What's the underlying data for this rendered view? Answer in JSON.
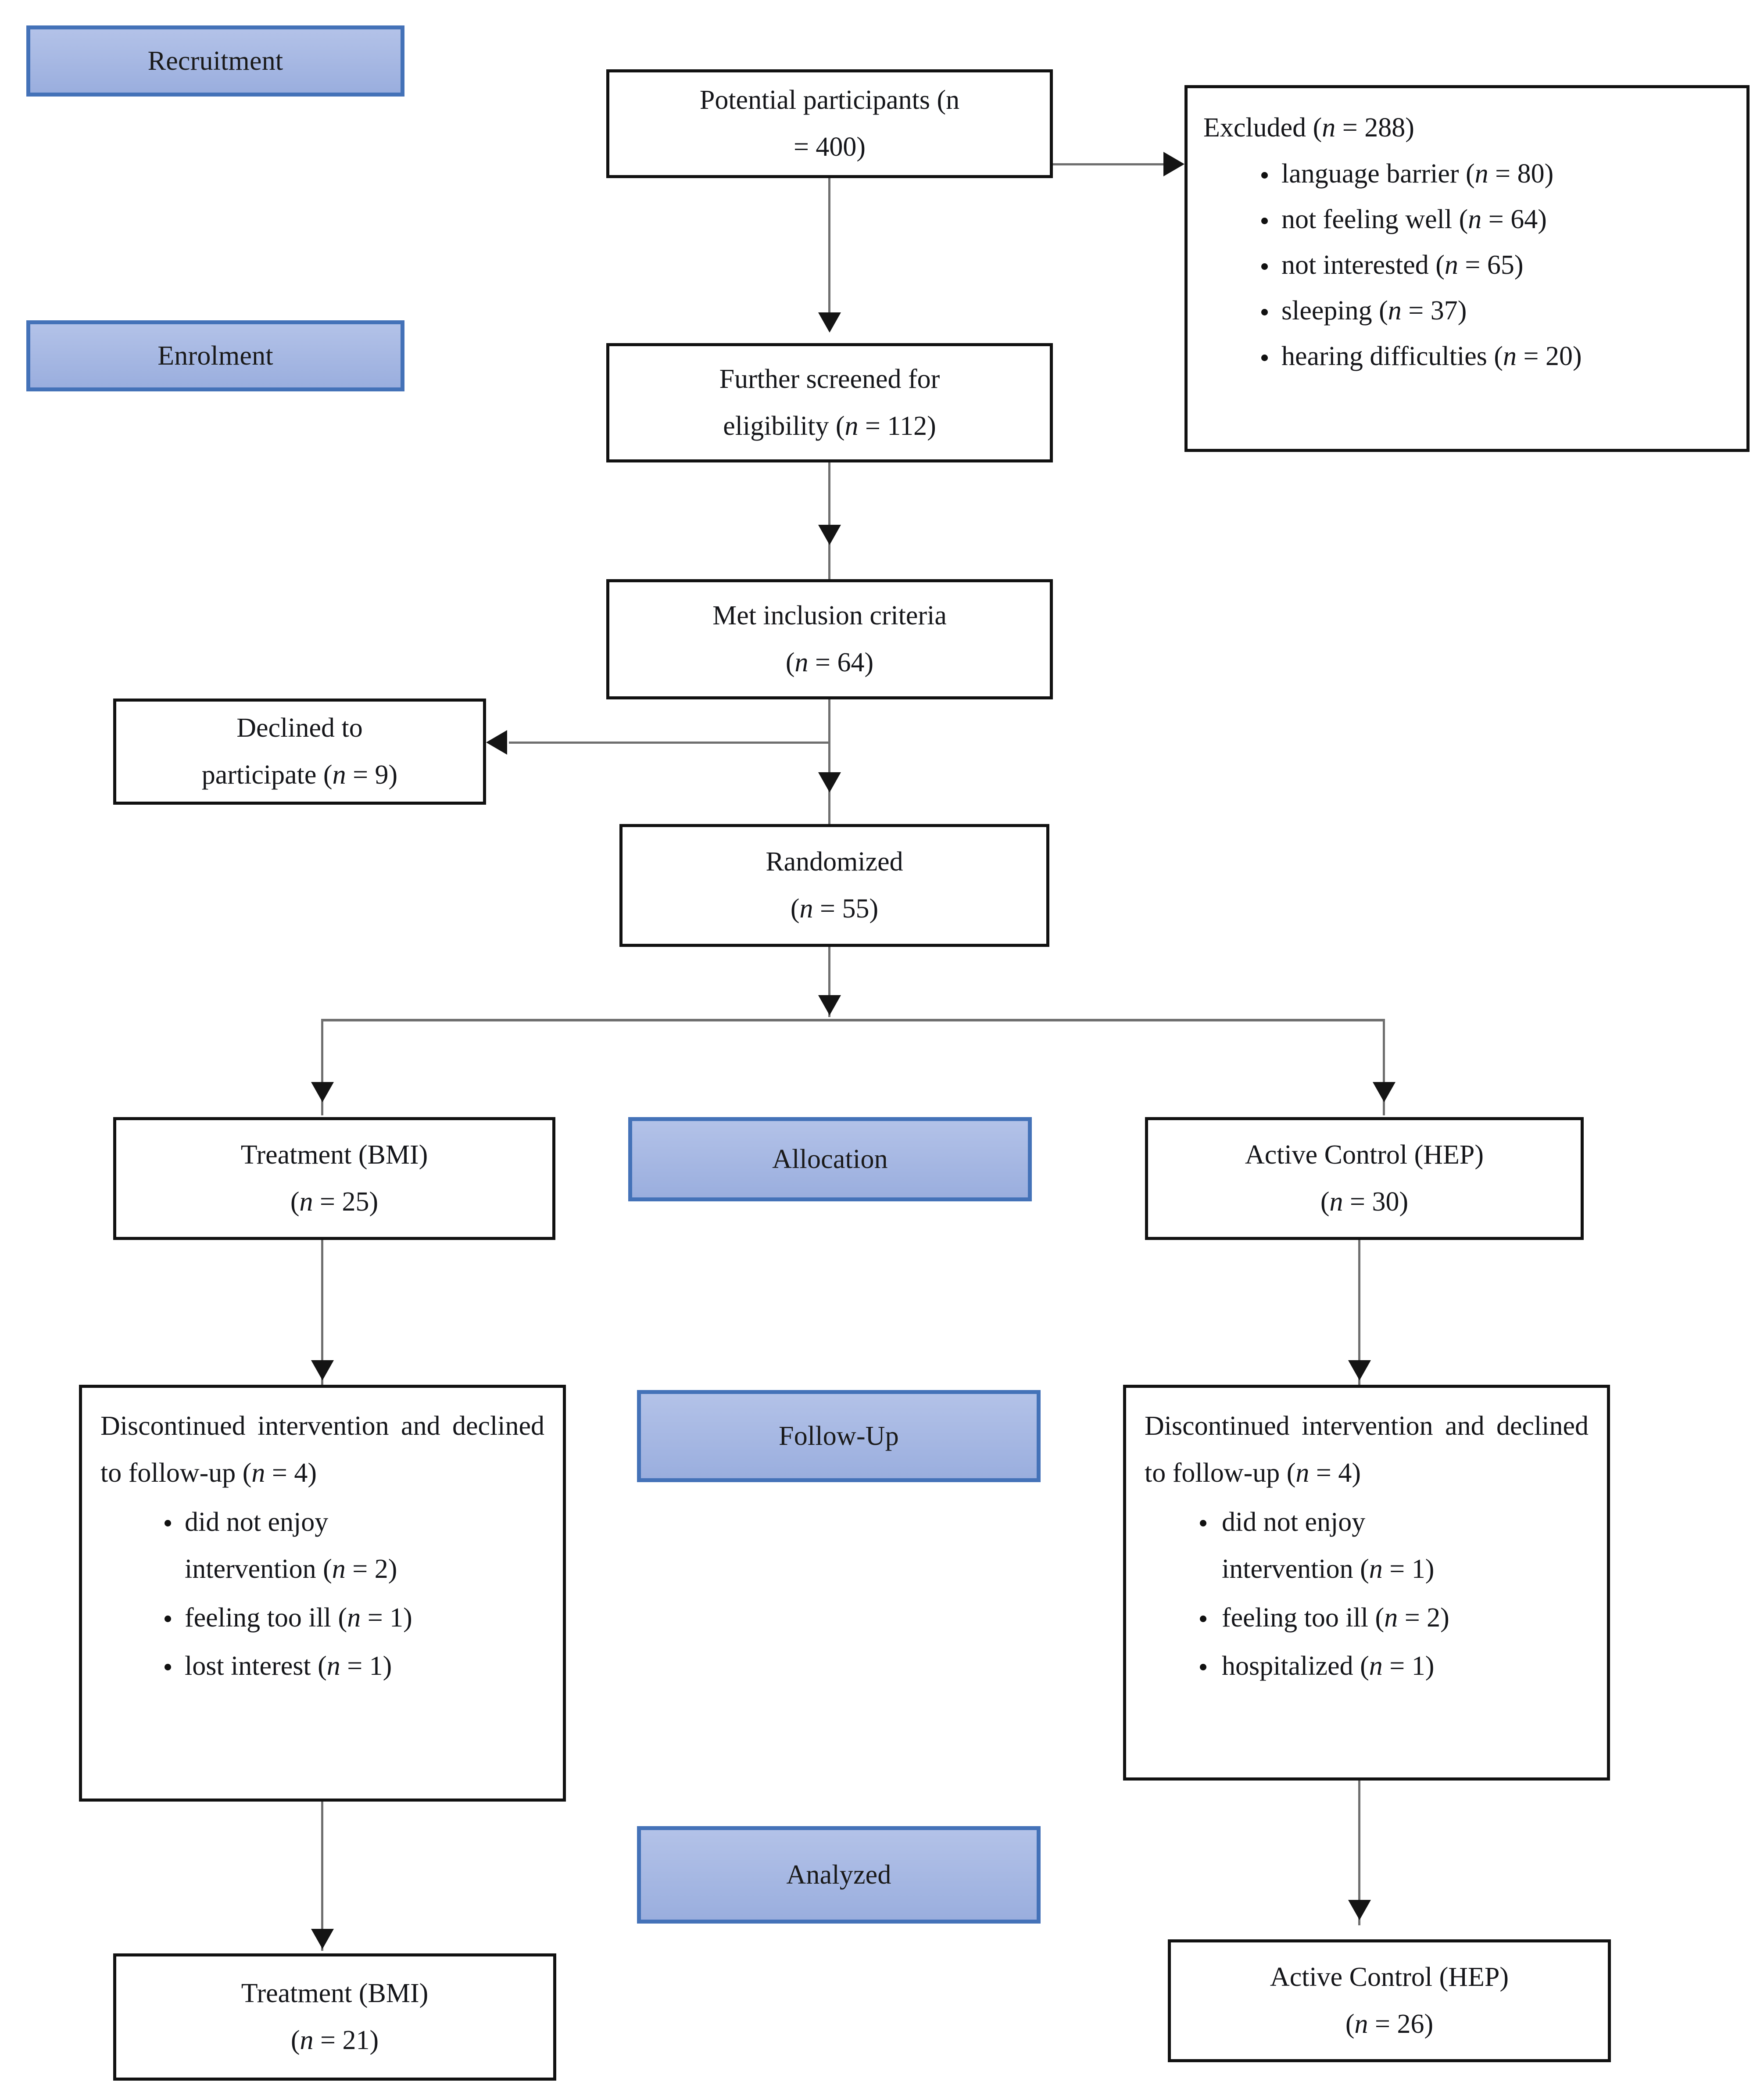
{
  "diagram": {
    "title": "CONSORT participant flow diagram",
    "colors": {
      "stage_fill": "#a9bae3",
      "stage_border": "#4472b8",
      "box_border": "#111111",
      "connector": "#6f6f6f",
      "text": "#15161a"
    }
  },
  "stages": {
    "recruitment": "Recruitment",
    "enrolment": "Enrolment",
    "allocation": "Allocation",
    "follow_up": "Follow-Up",
    "analyzed": "Analyzed"
  },
  "boxes": {
    "potential_participants": {
      "line1": "Potential participants (n",
      "line2": "= 400)",
      "label": "Potential participants",
      "n": 400
    },
    "excluded": {
      "heading_prefix": "Excluded (",
      "heading_n": "n",
      "heading_suffix": " = 288)",
      "n": 288,
      "reasons": [
        {
          "text": "language barrier (",
          "n": 80,
          "suffix": " = 80)"
        },
        {
          "text": "not feeling well (",
          "n": 64,
          "suffix": " = 64)"
        },
        {
          "text": "not interested (",
          "n": 65,
          "suffix": " = 65)"
        },
        {
          "text": "sleeping (",
          "n": 37,
          "suffix": " = 37)"
        },
        {
          "text": "hearing difficulties (",
          "n": 20,
          "suffix": " = 20)"
        }
      ]
    },
    "screened": {
      "line1": "Further screened for",
      "line2_pre": "eligibility (",
      "line2_post": " = 112)",
      "n": 112
    },
    "met_inclusion": {
      "line1": "Met inclusion criteria",
      "line2_pre": "(",
      "line2_post": " = 64)",
      "n": 64
    },
    "declined": {
      "line1": "Declined to",
      "line2_pre": "participate (",
      "line2_post": " = 9)",
      "n": 9
    },
    "randomized": {
      "line1": "Randomized",
      "line2_pre": "(",
      "line2_post": " = 55)",
      "n": 55
    },
    "alloc_treatment": {
      "line1": "Treatment (BMI)",
      "line2_pre": "(",
      "line2_post": " = 25)",
      "n": 25
    },
    "alloc_control": {
      "line1": "Active Control (HEP)",
      "line2_pre": "(",
      "line2_post": " = 30)",
      "n": 30
    },
    "followup_treatment": {
      "para_pre": "Discontinued intervention and declined to follow-up (",
      "para_post": " = 4)",
      "n": 4,
      "reasons": [
        {
          "l1": "did not enjoy",
          "l2_pre": "intervention (",
          "l2_post": " = 2)",
          "n": 2
        },
        {
          "l1": "feeling too ill (",
          "l1_post": " = 1)",
          "n": 1
        },
        {
          "l1": "lost interest (",
          "l1_post": " = 1)",
          "n": 1
        }
      ]
    },
    "followup_control": {
      "para_pre": "Discontinued intervention and declined to follow-up (",
      "para_post": " = 4)",
      "n": 4,
      "reasons": [
        {
          "l1": "did not enjoy",
          "l2_pre": "intervention (",
          "l2_post": " = 1)",
          "n": 1
        },
        {
          "l1": "feeling too ill (",
          "l1_post": " = 2)",
          "n": 2
        },
        {
          "l1": "hospitalized (",
          "l1_post": " = 1)",
          "n": 1
        }
      ]
    },
    "analyzed_treatment": {
      "line1": "Treatment (BMI)",
      "line2_pre": "(",
      "line2_post": " = 21)",
      "n": 21
    },
    "analyzed_control": {
      "line1": "Active Control (HEP)",
      "line2_pre": "(",
      "line2_post": " = 26)",
      "n": 26
    }
  },
  "symbols": {
    "n_italic": "n"
  }
}
